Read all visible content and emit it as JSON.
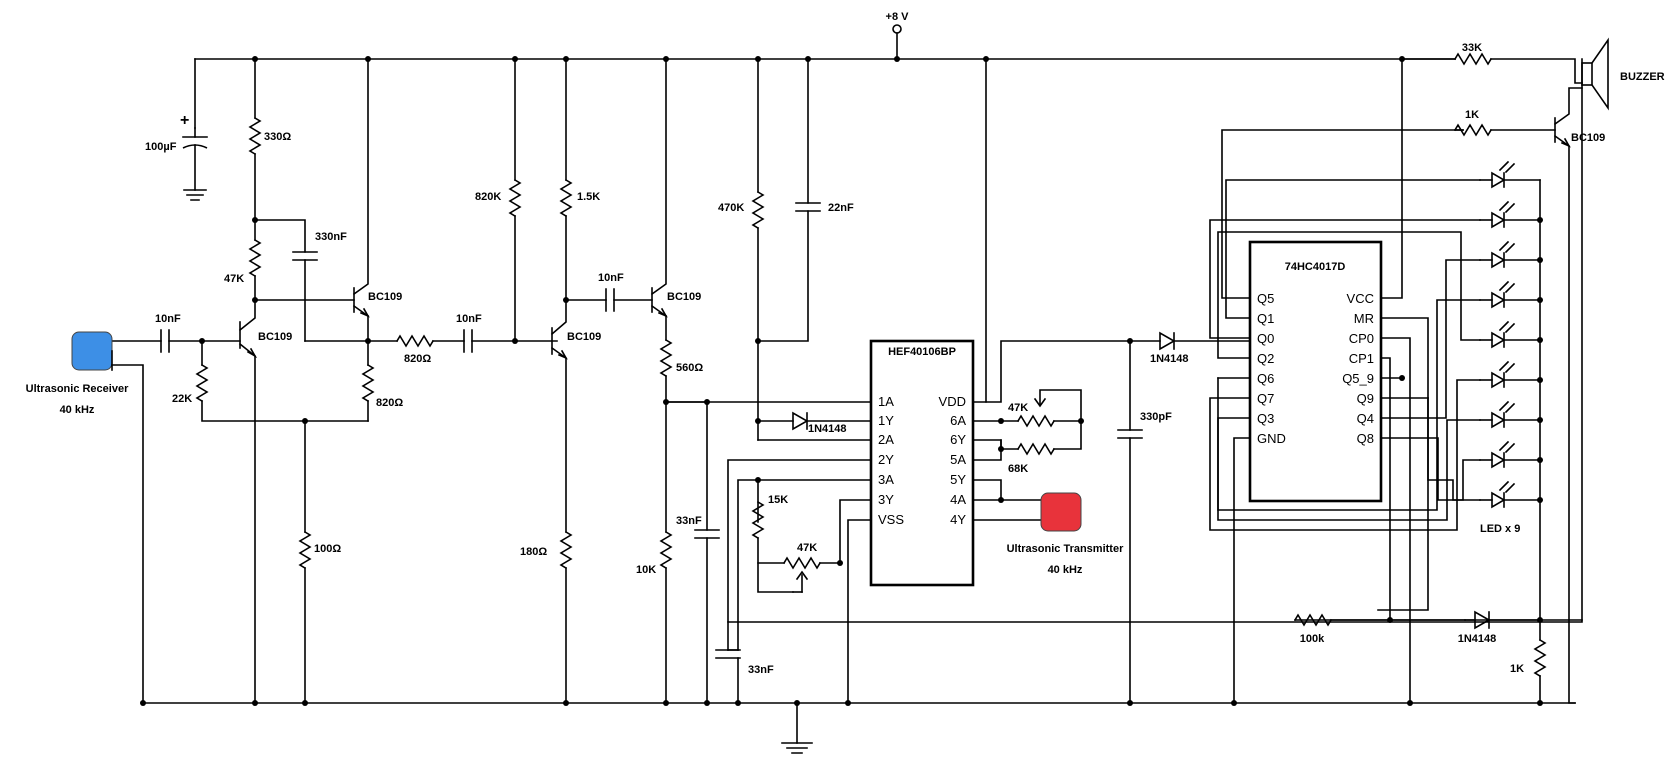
{
  "supply": "+8 V",
  "caps": {
    "c100u": "100µF",
    "c330n": "330nF",
    "c10n_a": "10nF",
    "c10n_b": "10nF",
    "c10n_c": "10nF",
    "c22n": "22nF",
    "c33n_a": "33nF",
    "c33n_b": "33nF",
    "c330p": "330pF"
  },
  "resistors": {
    "r330": "330Ω",
    "r47k": "47K",
    "r22k": "22K",
    "r100": "100Ω",
    "r820a": "820Ω",
    "r820b": "820Ω",
    "r820k": "820K",
    "r1k5": "1.5K",
    "r180": "180Ω",
    "r560": "560Ω",
    "r10k": "10K",
    "r470k": "470K",
    "r15k": "15K",
    "r47k_pot": "47K",
    "r47k_pot2": "47K",
    "r68k": "68K",
    "r100k": "100k",
    "r33k": "33K",
    "r1k_a": "1K",
    "r1k_b": "1K"
  },
  "transistors": {
    "q1": "BC109",
    "q2": "BC109",
    "q3": "BC109",
    "q4": "BC109",
    "q5": "BC109"
  },
  "diodes": {
    "d1": "1N4148",
    "d2": "1N4148",
    "d3": "1N4148"
  },
  "receiver": {
    "name": "Ultrasonic Receiver",
    "freq": "40 kHz",
    "color": "#3d8fe6"
  },
  "transmitter": {
    "name": "Ultrasonic Transmitter",
    "freq": "40 kHz",
    "color": "#e8333b"
  },
  "buzzer": "BUZZER",
  "leds": "LED x 9",
  "hef": {
    "name": "HEF40106BP",
    "left": [
      "1A",
      "1Y",
      "2A",
      "2Y",
      "3A",
      "3Y",
      "VSS"
    ],
    "right": [
      "VDD",
      "6A",
      "6Y",
      "5A",
      "5Y",
      "4A",
      "4Y"
    ]
  },
  "counter": {
    "name": "74HC4017D",
    "left": [
      "Q5",
      "Q1",
      "Q0",
      "Q2",
      "Q6",
      "Q7",
      "Q3",
      "GND"
    ],
    "right": [
      "VCC",
      "MR",
      "CP0",
      "CP1",
      "Q5_9",
      "Q9",
      "Q4",
      "Q8"
    ]
  }
}
